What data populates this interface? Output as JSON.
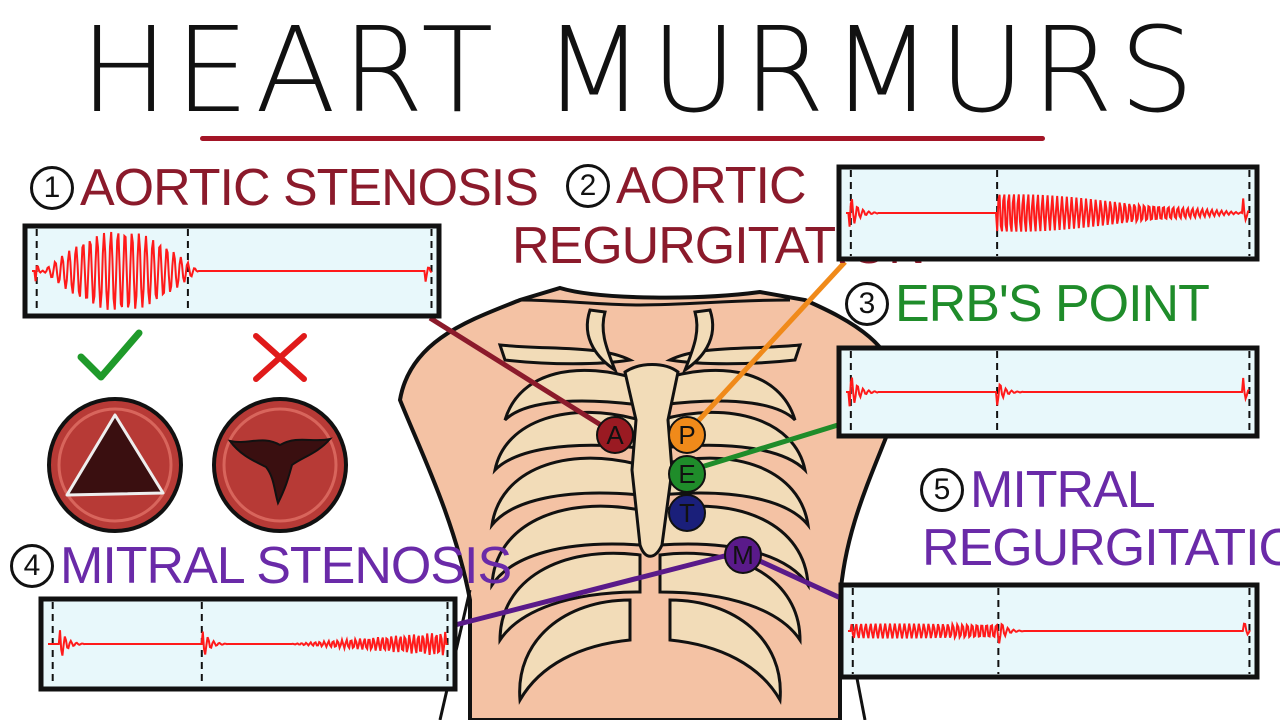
{
  "title": "HEART MURMURS",
  "colors": {
    "title_underline": "#a31526",
    "aortic": "#8b1a2b",
    "pulmonic": "#f08a1a",
    "erbs": "#1f8c2a",
    "tricuspid": "#1a1f7a",
    "mitral": "#5a1a8a",
    "waveform": "#ff1a1a",
    "panel_bg": "#e8f8fb"
  },
  "murmurs": [
    {
      "number": "1",
      "name": "AORTIC STENOSIS"
    },
    {
      "number": "2",
      "name_line1": "AORTIC",
      "name_line2": "REGURGITATION"
    },
    {
      "number": "3",
      "name": "ERB'S POINT"
    },
    {
      "number": "4",
      "name": "MITRAL STENOSIS"
    },
    {
      "number": "5",
      "name_line1": "MITRAL",
      "name_line2": "REGURGITATION"
    }
  ],
  "auscultation_points": [
    {
      "letter": "A"
    },
    {
      "letter": "P"
    },
    {
      "letter": "E"
    },
    {
      "letter": "T"
    },
    {
      "letter": "M"
    }
  ],
  "valve_icons": [
    {
      "status": "correct",
      "icon": "check-mark-icon"
    },
    {
      "status": "incorrect",
      "icon": "cross-mark-icon"
    }
  ]
}
